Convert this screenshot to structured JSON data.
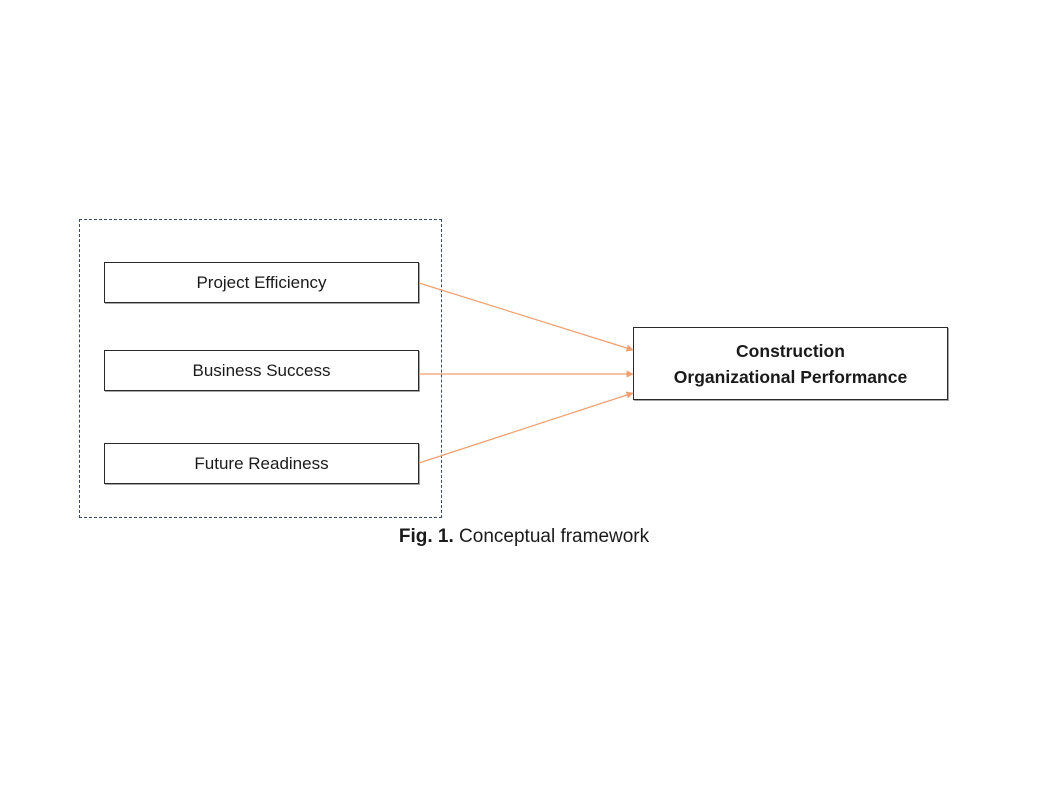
{
  "diagram": {
    "inputs": [
      {
        "id": "project",
        "label": "Project Efficiency"
      },
      {
        "id": "business",
        "label": "Business Success"
      },
      {
        "id": "future",
        "label": "Future Readiness"
      }
    ],
    "output": {
      "line1": "Construction",
      "line2": "Organizational Performance"
    },
    "edges": [
      {
        "from": "Project Efficiency",
        "to": "Construction Organizational Performance"
      },
      {
        "from": "Business Success",
        "to": "Construction Organizational Performance"
      },
      {
        "from": "Future Readiness",
        "to": "Construction Organizational Performance"
      }
    ],
    "colors": {
      "arrow": "#f0a070",
      "group_border": "#3b4a5c",
      "box_border": "#2a2a2a"
    }
  },
  "caption": {
    "label": "Fig. 1.",
    "text": "Conceptual framework"
  }
}
